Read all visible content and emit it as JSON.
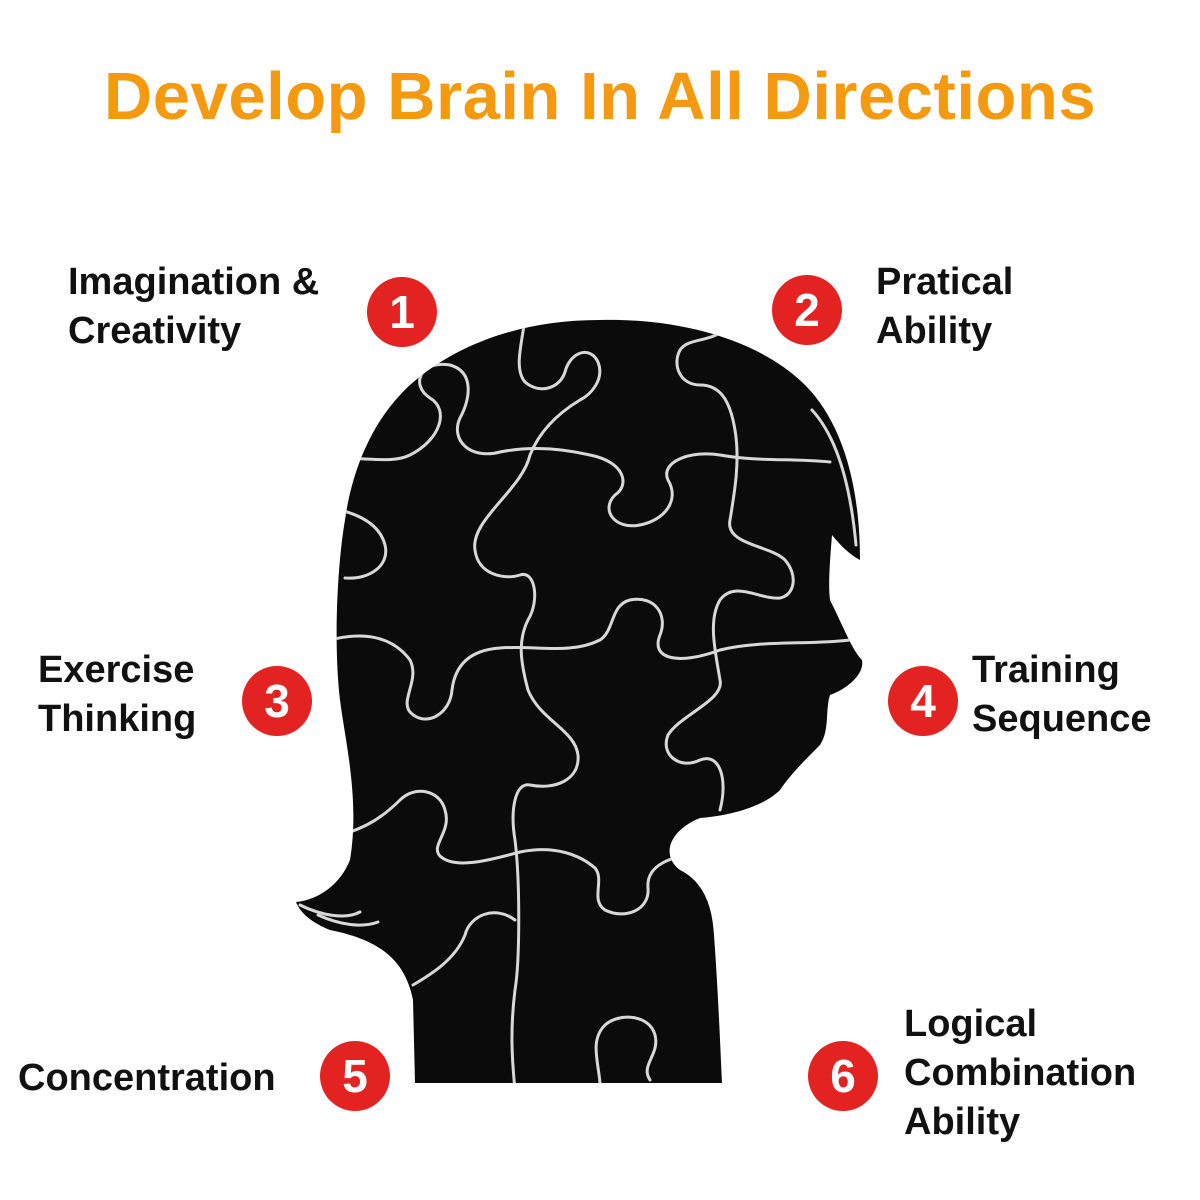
{
  "title": "Develop Brain In All Directions",
  "colors": {
    "title": "#f39a10",
    "badge": "#e32222",
    "silhouette": "#0b0b0b",
    "puzzle_lines": "#d8d8d8"
  },
  "graphic": {
    "icon": "child-head-puzzle-silhouette-icon"
  },
  "abilities": [
    {
      "number": "1",
      "label": "Imagination &\nCreativity"
    },
    {
      "number": "2",
      "label": "Pratical\nAbility"
    },
    {
      "number": "3",
      "label": "Exercise\nThinking"
    },
    {
      "number": "4",
      "label": "Training\nSequence"
    },
    {
      "number": "5",
      "label": "Concentration"
    },
    {
      "number": "6",
      "label": "Logical\nCombination\nAbility"
    }
  ]
}
